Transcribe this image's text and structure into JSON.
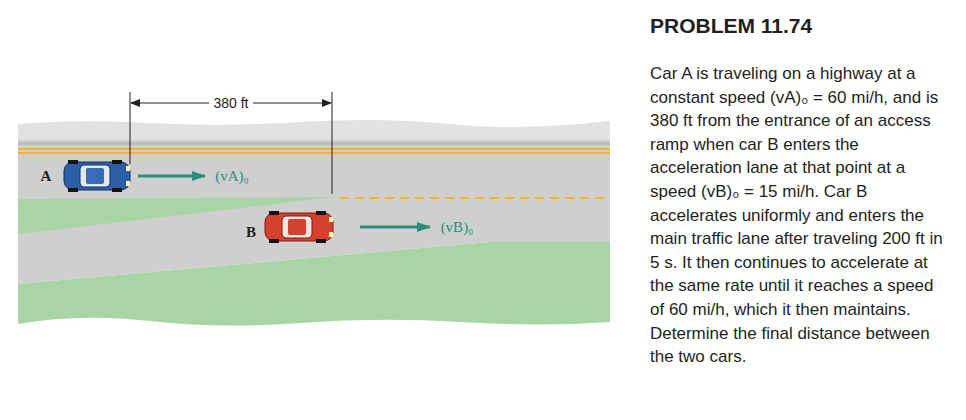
{
  "diagram": {
    "title": "PROBLEM 11.74",
    "labels": [
      "380 ft",
      "A",
      "(vA)₀",
      "B",
      "(vB)₀",
      "Car A is traveling on a highway at a constant speed (vA)₀ = 60 mi/h, and is 380 ft from the entrance of an access ramp when car B enters the acceleration lane at that point at a speed (vB)₀ = 15 mi/h. Car B accelerates uniformly and enters the main traffic lane after traveling 200 ft in 5 s. It then continues to accelerate at the same rate until it reaches a speed of 60 mi/h, which it then maintains. Determine the final distance between the two cars."
    ]
  }
}
